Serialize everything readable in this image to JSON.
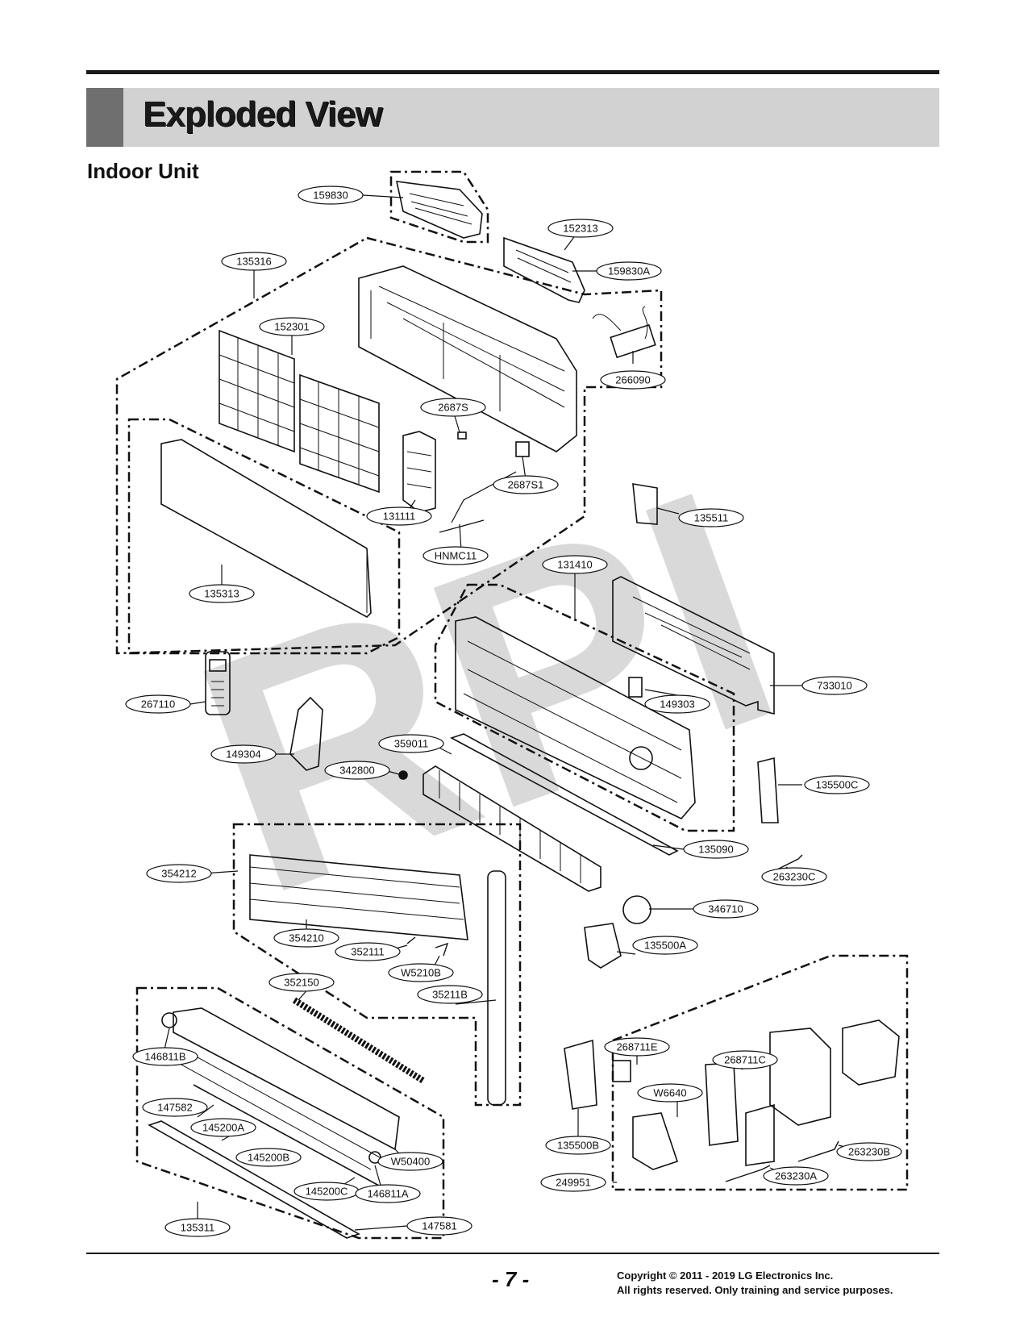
{
  "page": {
    "title": "Exploded View",
    "section": "Indoor Unit",
    "watermark": "RPI",
    "page_number": "- 7 -",
    "copyright_line1": "Copyright © 2011 - 2019 LG Electronics Inc.",
    "copyright_line2": "All rights reserved. Only training and service purposes."
  },
  "callouts": [
    "159830",
    "152313",
    "159830A",
    "135316",
    "152301",
    "266090",
    "2687S",
    "2687S1",
    "131111",
    "HNMC11",
    "135511",
    "135313",
    "131410",
    "733010",
    "149303",
    "267110",
    "149304",
    "359011",
    "342800",
    "135500C",
    "135090",
    "263230C",
    "354212",
    "346710",
    "354210",
    "352111",
    "135500A",
    "W5210B",
    "352150",
    "35211B",
    "146811B",
    "268711E",
    "268711C",
    "W6640",
    "147582",
    "145200A",
    "145200B",
    "W50400",
    "135500B",
    "263230B",
    "145200C",
    "146811A",
    "263230A",
    "249951",
    "135311",
    "147581"
  ]
}
